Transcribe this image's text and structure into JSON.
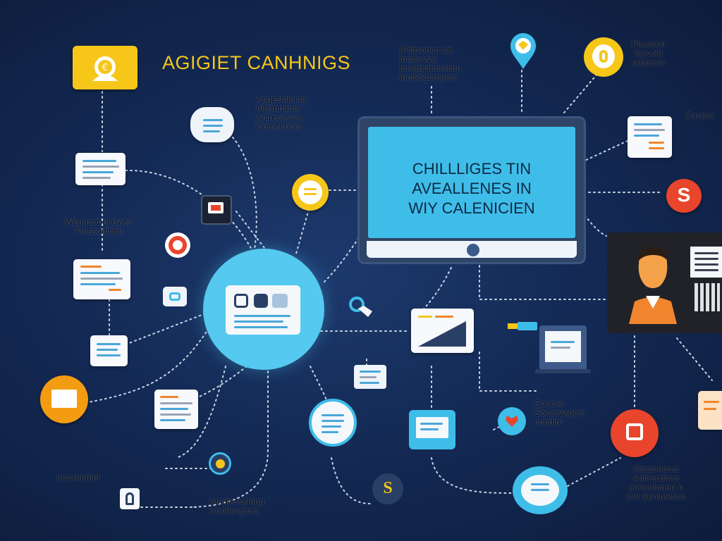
{
  "title": "AGIGIET CANHNIGS",
  "monitor": {
    "lines": [
      "CHILLLIGES TIN",
      "AVEALLENES IN",
      "WIY CALENICIEN"
    ]
  },
  "labels": {
    "top_center": [
      "IPsitvonito an",
      "Imptiyvya",
      "Imvegcmmation",
      "Inottiogomgets"
    ],
    "top_right": [
      "Plyeston",
      "Inyvold",
      "orbetron"
    ],
    "mid_top": [
      "Angeslaloing",
      "Aitemmens",
      "Actrecasion",
      "Comenhont"
    ],
    "far_right": [
      "Caciocl"
    ],
    "left_mid": [
      "Wemenmol ovies",
      "Atessomtien"
    ],
    "right_mid": [
      "Soocvo",
      "Soccowrgem",
      "condior"
    ],
    "bottom_left": [
      "Invomemel"
    ],
    "bottom_center": [
      "Amdiesssiong",
      "Contiasgiors"
    ],
    "bottom_right": [
      "Atecsmenst",
      "Anlhendinot",
      "onmedunert n",
      "Ow Senimetion"
    ]
  },
  "icons": {
    "coin": "coin-icon",
    "hub": "app-window-icon",
    "person": "person-icon",
    "s_logo": "s-logo-icon"
  },
  "colors": {
    "background": "#142a55",
    "accent_blue": "#3fbde9",
    "accent_yellow": "#f6c619",
    "accent_orange": "#f0852d",
    "accent_red": "#e8452c"
  }
}
